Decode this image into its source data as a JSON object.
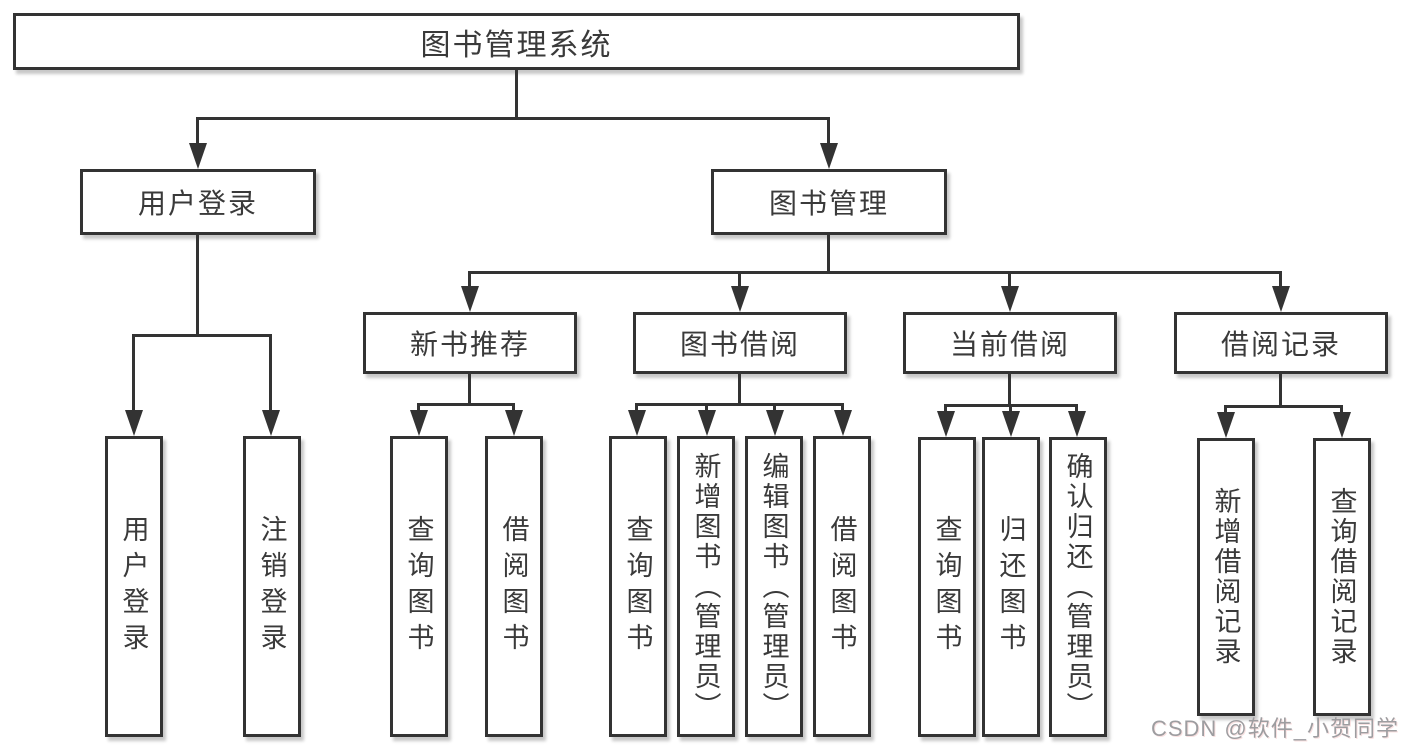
{
  "diagram": {
    "root": {
      "label": "图书管理系统"
    },
    "branches": {
      "user_login": {
        "label": "用户登录",
        "children": {
          "login": "用户登录",
          "logout": "注销登录"
        }
      },
      "book_mgmt": {
        "label": "图书管理"
      }
    },
    "modules": {
      "new_rec": {
        "label": "新书推荐",
        "children": {
          "query": "查询图书",
          "borrow": "借阅图书"
        }
      },
      "borrow": {
        "label": "图书借阅",
        "children": {
          "query": "查询图书",
          "add": "新增图书（管理员）",
          "edit": "编辑图书（管理员）",
          "borrow": "借阅图书"
        }
      },
      "current": {
        "label": "当前借阅",
        "children": {
          "query": "查询图书",
          "return": "归还图书",
          "confirm": "确认归还（管理员）"
        }
      },
      "records": {
        "label": "借阅记录",
        "children": {
          "add": "新增借阅记录",
          "query": "查询借阅记录"
        }
      }
    },
    "watermark": "CSDN @软件_小贺同学"
  },
  "colors": {
    "line": "#333333",
    "text": "#3a3a3a",
    "watermark": "#9d9da0",
    "background": "#ffffff"
  }
}
